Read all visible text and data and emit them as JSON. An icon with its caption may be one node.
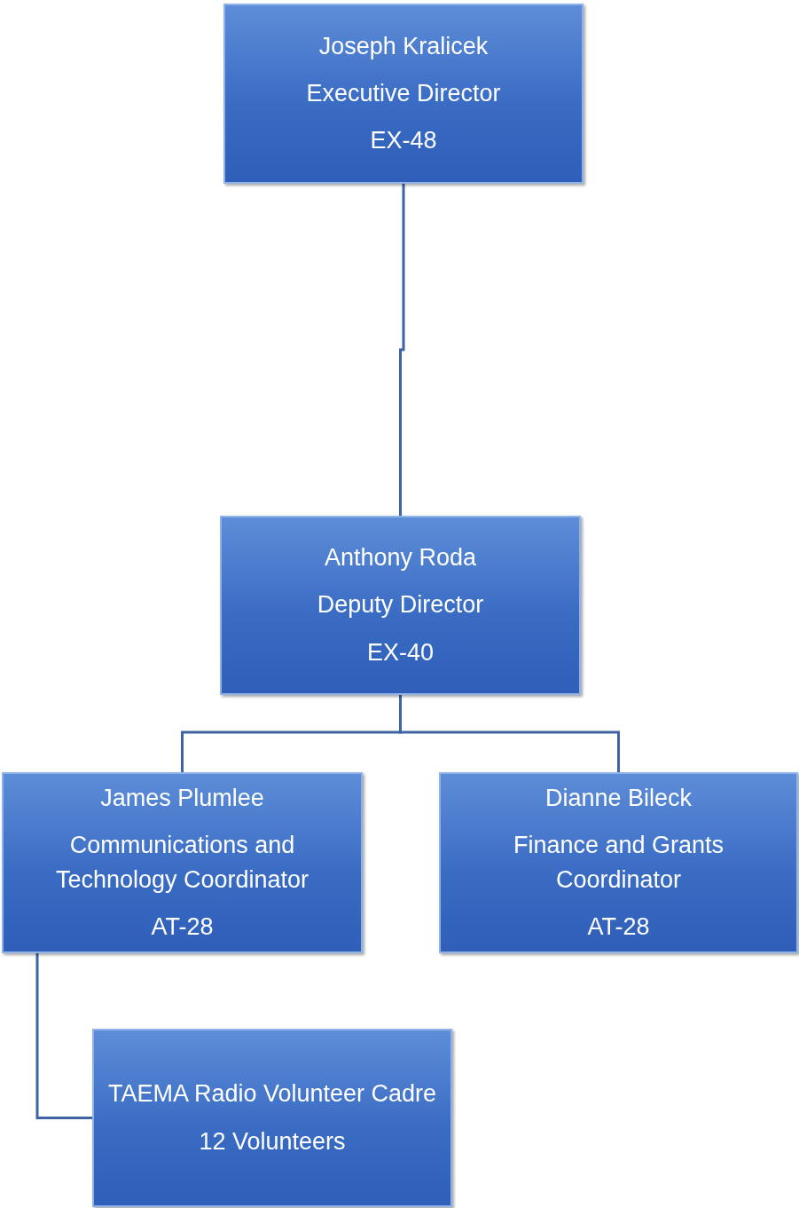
{
  "diagram": {
    "nodes": [
      {
        "text": [
          "Joseph Kralicek",
          "Executive Director",
          "EX-48"
        ]
      },
      {
        "text": [
          "Anthony Roda",
          "Deputy Director",
          "EX-40"
        ]
      },
      {
        "text": [
          "James Plumlee",
          "Communications and Technology Coordinator",
          "AT-28"
        ]
      },
      {
        "text": [
          "Dianne Bileck",
          "Finance and Grants Coordinator",
          "AT-28"
        ]
      },
      {
        "text": [
          "TAEMA Radio Volunteer Cadre",
          "12 Volunteers"
        ]
      }
    ],
    "edges": [
      {
        "from": 0,
        "to": 1,
        "arrow": "none"
      },
      {
        "from": 1,
        "to": 2,
        "arrow": "none"
      },
      {
        "from": 1,
        "to": 3,
        "arrow": "none"
      },
      {
        "from": 2,
        "to": 4,
        "arrow": "none"
      }
    ]
  }
}
